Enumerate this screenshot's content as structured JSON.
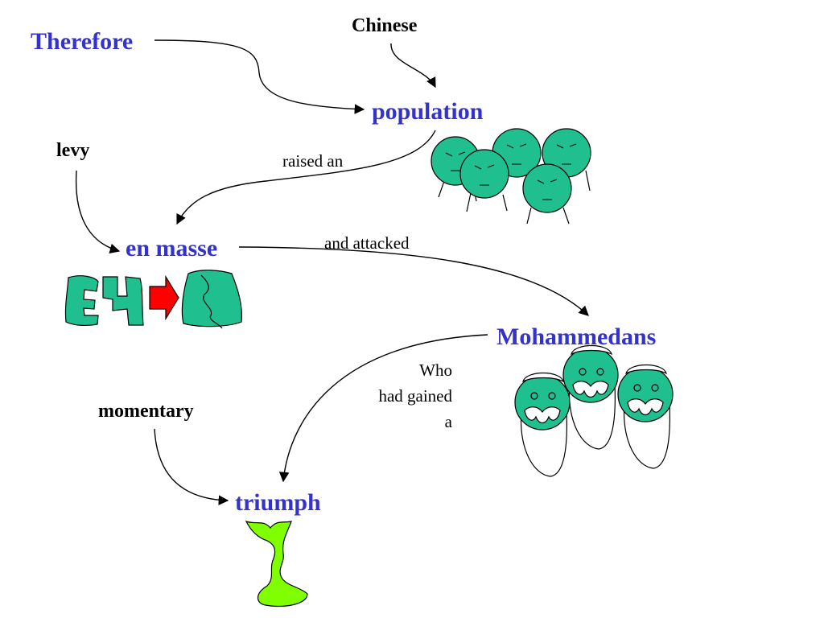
{
  "labels": {
    "therefore": "Therefore",
    "chinese": "Chinese",
    "population": "population",
    "levy": "levy",
    "raised_an": "raised an",
    "en_masse": "en masse",
    "and_attacked": "and attacked",
    "mohammedans": "Mohammedans",
    "who_lines": [
      "Who",
      "had gained",
      "a"
    ],
    "momentary": "momentary",
    "triumph": "triumph"
  },
  "colors": {
    "keyword": "#3333cc",
    "text": "#000000",
    "figure_fill": "#1fbf8f",
    "arrow_red": "#ff0000",
    "trophy_fill": "#80ff00"
  }
}
